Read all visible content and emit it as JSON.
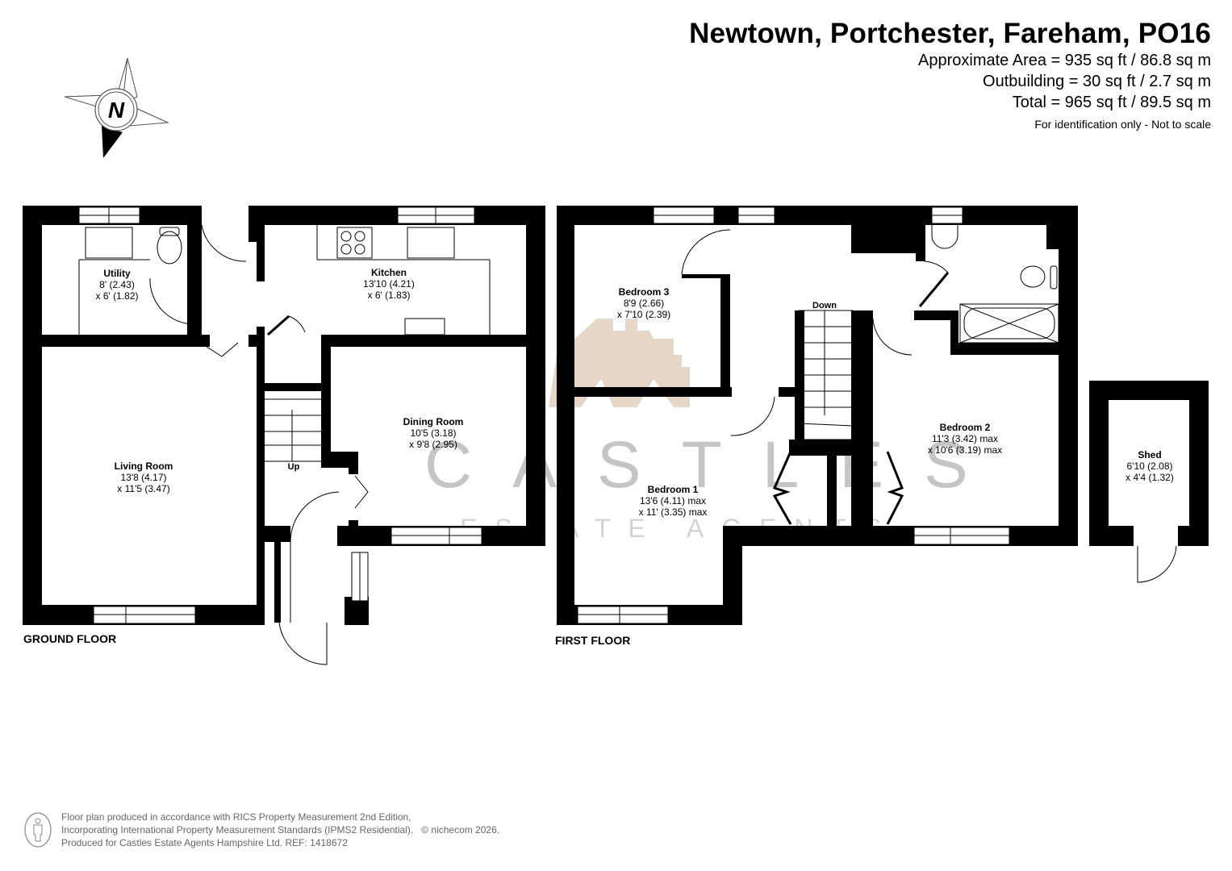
{
  "header": {
    "title": "Newtown, Portchester, Fareham, PO16",
    "approximate_area": "Approximate Area = 935 sq ft / 86.8 sq m",
    "outbuilding": "Outbuilding = 30 sq ft / 2.7 sq m",
    "total": "Total = 965 sq ft / 89.5 sq m",
    "disclaimer": "For identification only - Not to scale"
  },
  "compass": {
    "icon": "north-arrow-icon",
    "label": "N"
  },
  "watermark": {
    "brand": "CASTLES",
    "subtitle": "ESTATE AGENTS",
    "logo": "castle-logo-icon",
    "logo_color": "#c9a88a"
  },
  "ground_floor": {
    "label": "GROUND FLOOR",
    "rooms": [
      {
        "name": "Utility",
        "dim1": "8' (2.43)",
        "dim2": "x 6' (1.82)"
      },
      {
        "name": "Kitchen",
        "dim1": "13'10 (4.21)",
        "dim2": "x 6' (1.83)"
      },
      {
        "name": "Living Room",
        "dim1": "13'8 (4.17)",
        "dim2": "x 11'5 (3.47)"
      },
      {
        "name": "Dining Room",
        "dim1": "10'5 (3.18)",
        "dim2": "x 9'8 (2.95)"
      }
    ],
    "stairs_label": "Up"
  },
  "first_floor": {
    "label": "FIRST FLOOR",
    "rooms": [
      {
        "name": "Bedroom 3",
        "dim1": "8'9 (2.66)",
        "dim2": "x 7'10 (2.39)"
      },
      {
        "name": "Bedroom 1",
        "dim1": "13'6 (4.11) max",
        "dim2": "x 11' (3.35) max"
      },
      {
        "name": "Bedroom 2",
        "dim1": "11'3 (3.42) max",
        "dim2": "x 10'6 (3.19) max"
      }
    ],
    "stairs_label": "Down"
  },
  "outbuilding": {
    "rooms": [
      {
        "name": "Shed",
        "dim1": "6'10 (2.08)",
        "dim2": "x 4'4 (1.32)"
      }
    ]
  },
  "footer": {
    "line1": "Floor plan produced in accordance with RICS Property Measurement 2nd Edition,",
    "line2": "Incorporating International Property Measurement Standards (IPMS2 Residential).",
    "copyright": "© nichecom 2026.",
    "line3": "Produced for Castles Estate Agents Hampshire Ltd.   REF: 1418672",
    "icon": "person-icon"
  },
  "colors": {
    "wall": "#000000",
    "background": "#ffffff",
    "watermark_text": "#969696"
  }
}
